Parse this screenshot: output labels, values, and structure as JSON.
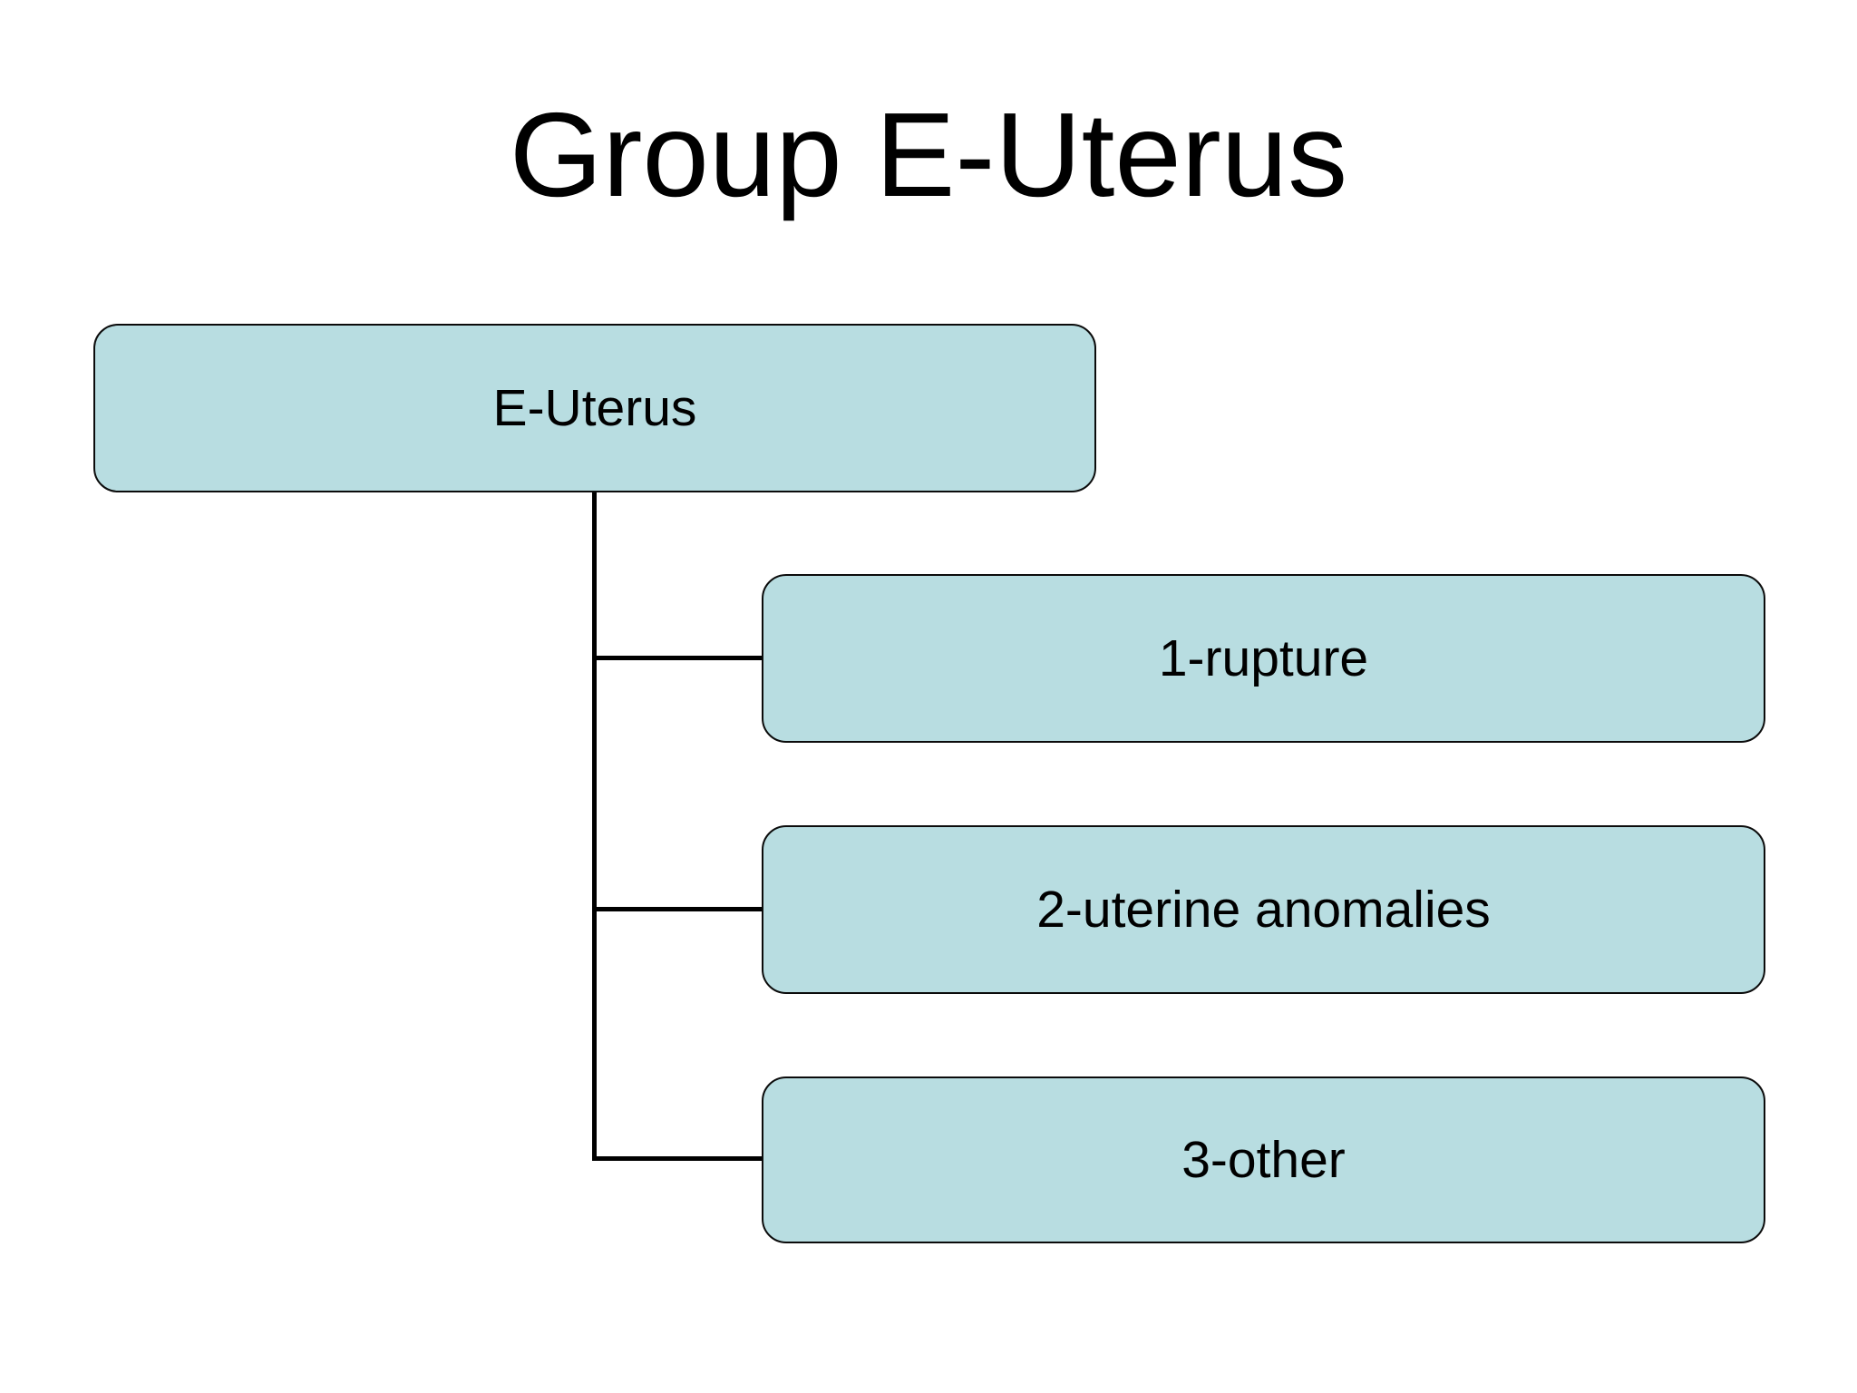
{
  "slide": {
    "title": "Group E-Uterus",
    "background_color": "#ffffff",
    "text_color": "#000000"
  },
  "diagram": {
    "type": "hierarchy",
    "box_fill_color": "#b8dde1",
    "box_border_color": "#0b0b0b",
    "connector_color": "#000000",
    "root": {
      "label": "E-Uterus"
    },
    "children": [
      {
        "label": "1-rupture"
      },
      {
        "label": "2-uterine anomalies"
      },
      {
        "label": "3-other"
      }
    ]
  }
}
